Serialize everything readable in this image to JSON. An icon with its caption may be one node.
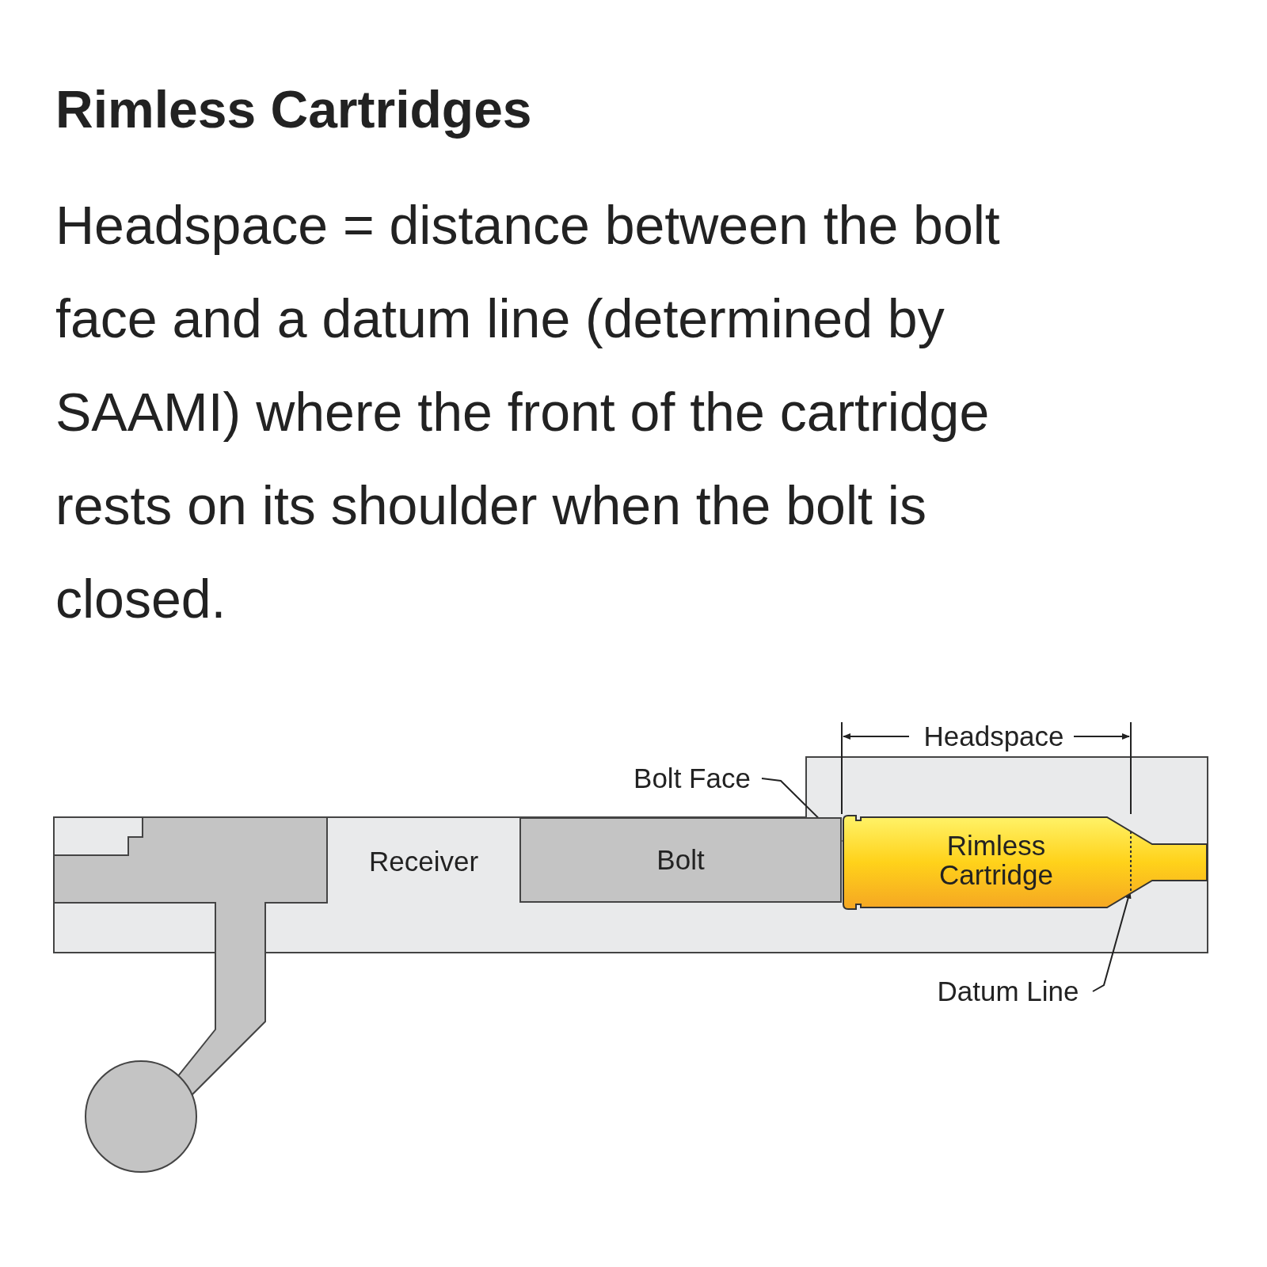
{
  "diagram": {
    "title": "Rimless Cartridges",
    "nodes": [
      {
        "text": [
          "Receiver"
        ]
      },
      {
        "text": [
          "Bolt"
        ]
      },
      {
        "text": [
          "Rimless Cartridge"
        ]
      },
      {
        "text": [
          "Bolt Face"
        ]
      },
      {
        "text": [
          "Datum Line"
        ]
      }
    ],
    "edges": [
      {
        "from": 3,
        "to": 1,
        "arrow": "to"
      },
      {
        "from": 4,
        "to": 2,
        "arrow": "to"
      }
    ],
    "labels": [
      "Headspace = distance between the bolt face and a datum line (determined by SAAMI) where the front of the cartridge rests on its shoulder when the bolt is closed.",
      "Headspace"
    ]
  }
}
